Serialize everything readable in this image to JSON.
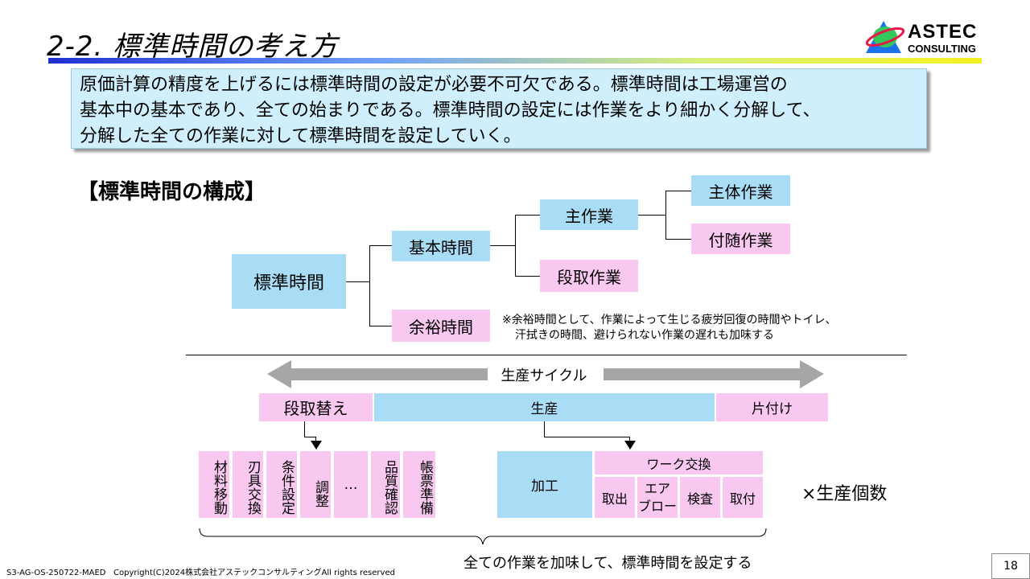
{
  "header": {
    "title": "2-2. 標準時間の考え方",
    "logo_line1": "ASTEC",
    "logo_line2": "CONSULTING"
  },
  "intro": {
    "lines": [
      "原価計算の精度を上げるには標準時間の設定が必要不可欠である。標準時間は工場運営の",
      "基本中の基本であり、全ての始まりである。標準時間の設定には作業をより細かく分解して、",
      "分解した全ての作業に対して標準時間を設定していく。"
    ]
  },
  "section_title": "【標準時間の構成】",
  "tree": {
    "root": "標準時間",
    "basic": "基本時間",
    "allowance": "余裕時間",
    "main_work": "主作業",
    "setup_work": "段取作業",
    "core_work": "主体作業",
    "incidental_work": "付随作業",
    "note_line1": "※余裕時間として、作業によって生じる疲労回復の時間やトイレ、",
    "note_line2": "汗拭きの時間、避けられない作業の遅れも加味する"
  },
  "cycle": {
    "label": "生産サイクル",
    "phase_setup": "段取替え",
    "phase_production": "生産",
    "phase_cleanup": "片付け"
  },
  "tasks": {
    "setup_items": [
      "材料移動",
      "刃具交換",
      "条件設定",
      "調整",
      "…",
      "品質確認",
      "帳票準備"
    ],
    "processing": "加工",
    "work_exchange": "ワーク交換",
    "exchange_items": [
      "取出",
      "エア\nブロー",
      "検査",
      "取付"
    ],
    "multiplier": "×生産個数"
  },
  "summary": "全ての作業を加味して、標準時間を設定する",
  "footer": {
    "code": "S3-AG-OS-250722-MAED",
    "copyright": "Copyright(C)2024株式会社アステックコンサルティングAll rights reserved",
    "page": "18"
  },
  "colors": {
    "blue_box": "#a9ddf5",
    "pink_box": "#f9c8f1",
    "intro_bg": "#cfeffc",
    "arrow_gray": "#a6a6a6"
  }
}
